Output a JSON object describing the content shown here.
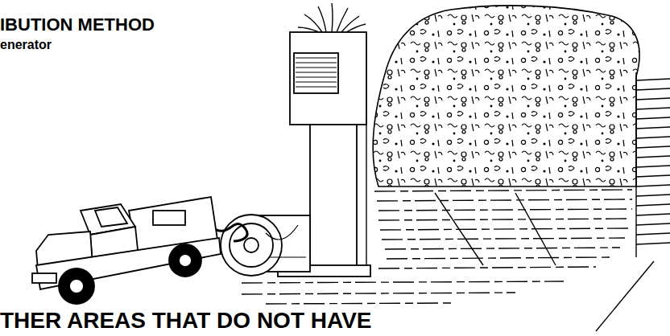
{
  "diagram": {
    "title": "IBUTION METHOD",
    "labels": [
      "enerator",
      "THER AREAS THAT DO NOT HAVE"
    ]
  }
}
